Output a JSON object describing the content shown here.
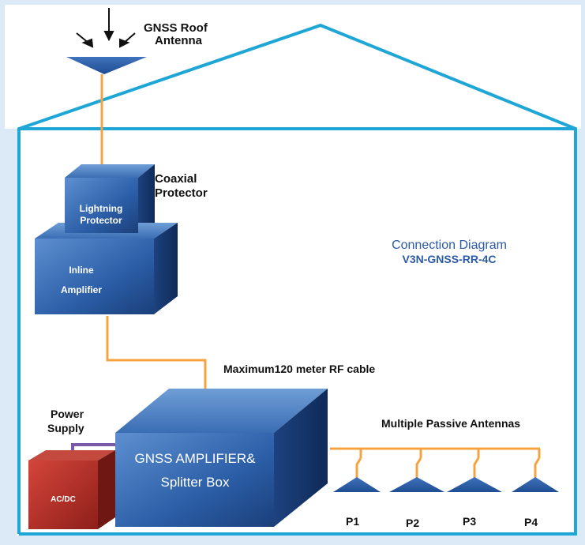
{
  "antenna": {
    "line1": "GNSS Roof",
    "line2": "Antenna"
  },
  "coaxial": {
    "line1": "Coaxial",
    "line2": "Protector"
  },
  "lightning": {
    "line1": "Lightning",
    "line2": "Protector"
  },
  "inline": {
    "line1": "Inline",
    "line2": "Amplifier"
  },
  "diagram": {
    "title": "Connection Diagram",
    "model": "V3N-GNSS-RR-4C"
  },
  "cable_label": "Maximum120 meter RF cable",
  "power": {
    "line1": "Power",
    "line2": "Supply",
    "box": "AC/DC"
  },
  "splitter": {
    "line1": "GNSS AMPLIFIER&",
    "line2": "Splitter Box"
  },
  "passive_label": "Multiple Passive Antennas",
  "ports": [
    "P1",
    "P2",
    "P3",
    "P4"
  ],
  "colors": {
    "house_outline": "#1ea6d6",
    "cable": "#f4a340",
    "box_blue": "#2a5ea8",
    "acdc_red": "#b5322a",
    "title_blue": "#2b5aa8"
  }
}
